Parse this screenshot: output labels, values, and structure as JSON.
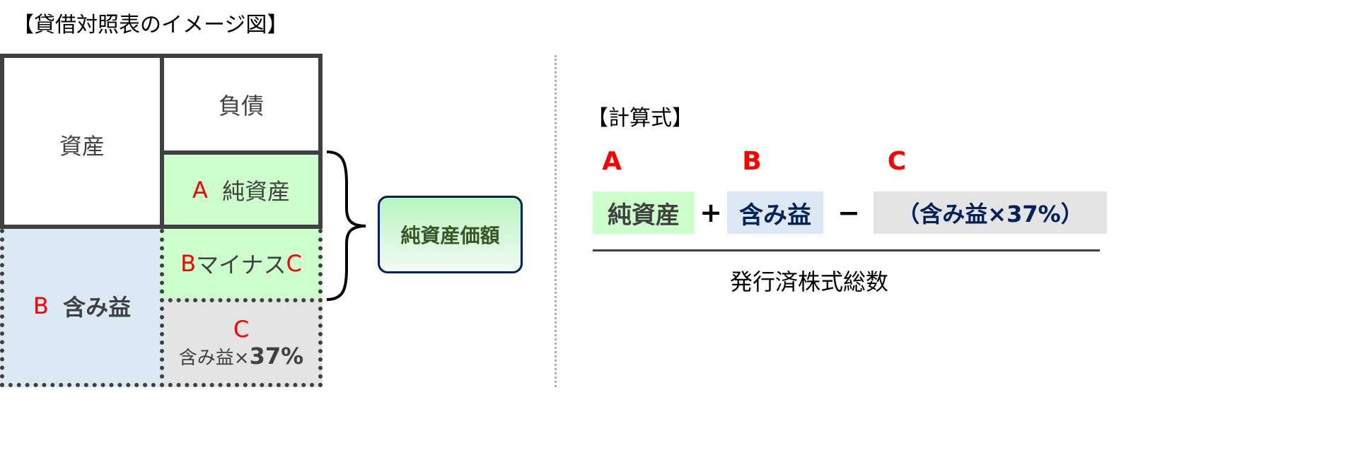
{
  "diagram_title": "【貸借対照表のイメージ図】",
  "balance_sheet": {
    "assets": "資産",
    "liabilities": "負債",
    "net_assets_letter": "A",
    "net_assets": "純資産",
    "b_minus_c": {
      "b": "B",
      "text": "マイナス",
      "c": "C"
    },
    "unrealized_gain_letter": "B",
    "unrealized_gain": "含み益",
    "c_letter": "C",
    "c_text": "含み益×",
    "c_pct": "37%"
  },
  "result_box": "純資産価額",
  "formula": {
    "title": "【計算式】",
    "letters": [
      "A",
      "B",
      "C"
    ],
    "terms": [
      "純資産",
      "含み益",
      "（含み益×37%）"
    ],
    "ops": [
      "+",
      "−"
    ],
    "denominator": "発行済株式総数"
  },
  "colors": {
    "green": "#ccffcc",
    "blue": "#dde8f5",
    "gray": "#e4e4e4",
    "red": "#ff0000",
    "navy": "#002060"
  }
}
